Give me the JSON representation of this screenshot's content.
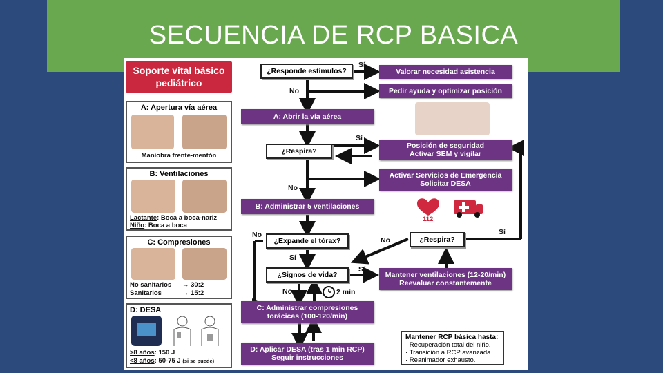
{
  "title": "SECUENCIA DE RCP BASICA",
  "sidebar": {
    "header": [
      "Soporte vital básico",
      "pediátrico"
    ],
    "a_title": "A: Apertura vía aérea",
    "a_caption": "Maniobra frente-mentón",
    "b_title": "B: Ventilaciones",
    "b_line1_label": "Lactante",
    "b_line1_text": ": Boca a boca-nariz",
    "b_line2_label": "Niño",
    "b_line2_text": ": Boca a boca",
    "c_title": "C: Compresiones",
    "c_row1_label": "No sanitarios",
    "c_row1_value": "→ 30:2",
    "c_row2_label": "Sanitarios",
    "c_row2_value": "→ 15:2",
    "d_title": "D: DESA",
    "d_row1_label": ">8 años",
    "d_row1_value": ": 150 J",
    "d_row2_label": "<8 años",
    "d_row2_value": ": 50-75 J",
    "d_row2_note": "(si se puede)"
  },
  "flow": {
    "q_responde": "¿Responde estímulos?",
    "si1": "Sí",
    "no1": "No",
    "valorar": "Valorar necesidad asistencia",
    "pedir": "Pedir ayuda y optimizar posición",
    "abrir": "A: Abrir la vía aérea",
    "q_respira": "¿Respira?",
    "si2": "Sí",
    "no2": "No",
    "posicion": [
      "Posición de seguridad",
      "Activar SEM y vigilar"
    ],
    "activar": [
      "Activar Servicios de Emergencia",
      "Solicitar DESA"
    ],
    "phone_number": "112",
    "ventilaciones": "B: Administrar 5 ventilaciones",
    "q_expande": "¿Expande el tórax?",
    "no3": "No",
    "si3": "Sí",
    "q_respira2": "¿Respira?",
    "no4": "No",
    "si4": "Sí",
    "q_signos": "¿Signos de vida?",
    "si5": "Sí",
    "no5": "No",
    "two_min": "2 min",
    "mantener": [
      "Mantener ventilaciones (12-20/min)",
      "Reevaluar constantemente"
    ],
    "compresiones": [
      "C:  Administrar compresiones",
      "torácicas (100-120/min)"
    ],
    "desa": [
      "D: Aplicar DESA (tras 1 min RCP)",
      "Seguir instrucciones"
    ]
  },
  "note": {
    "title": "Mantener RCP básica hasta:",
    "items": [
      "· Recuperación total del niño.",
      "· Transición a RCP avanzada.",
      "· Reanimador exhausto."
    ]
  }
}
